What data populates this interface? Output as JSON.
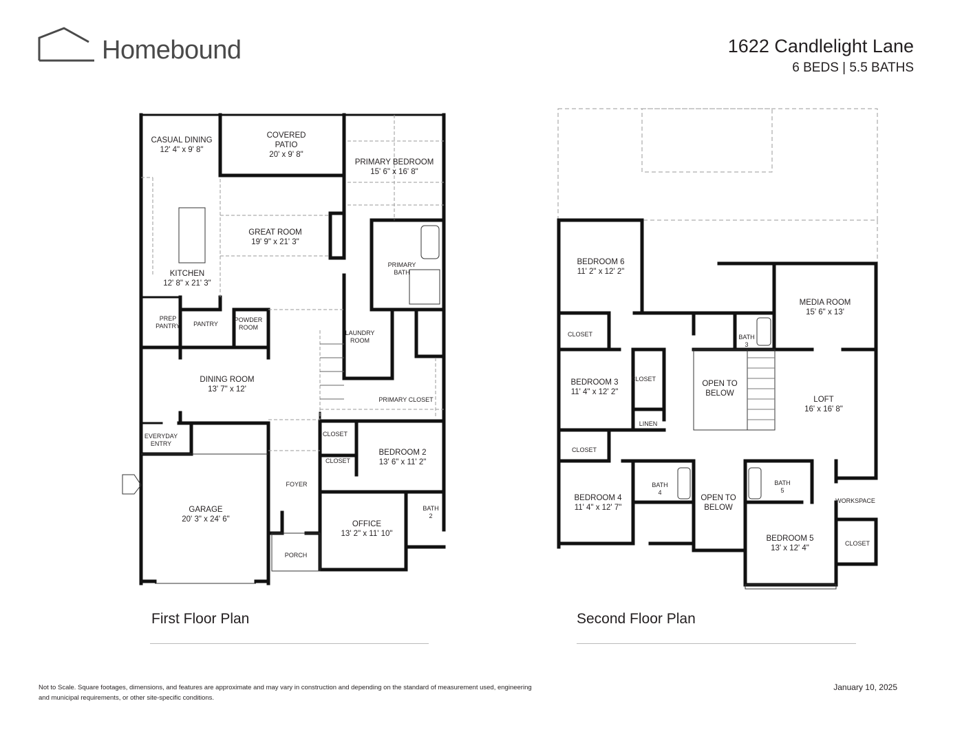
{
  "header": {
    "brand": "Homebound",
    "address": "1622 Candlelight Lane",
    "summary": "6 BEDS | 5.5 BATHS"
  },
  "first_floor": {
    "title": "First Floor Plan",
    "rooms": [
      {
        "name": "CASUAL DINING",
        "dim": "12' 4\" x 9' 8\""
      },
      {
        "name": "COVERED",
        "dim": "PATIO"
      },
      {
        "name": "PRIMARY BEDROOM",
        "dim": "15' 6\" x 16' 8\""
      },
      {
        "name": "GREAT ROOM",
        "dim": "19' 9\" x 21' 3\""
      },
      {
        "name": "KITCHEN",
        "dim": "12' 8\" x 21' 3\""
      },
      {
        "name": "PRIMARY",
        "dim": "BATH"
      },
      {
        "name": "PREP",
        "dim": "PANTRY"
      },
      {
        "name": "PANTRY",
        "dim": ""
      },
      {
        "name": "POWDER",
        "dim": "ROOM"
      },
      {
        "name": "LAUNDRY",
        "dim": "ROOM"
      },
      {
        "name": "DINING ROOM",
        "dim": "13' 7\" x 12'"
      },
      {
        "name": "PRIMARY CLOSET",
        "dim": ""
      },
      {
        "name": "EVERYDAY",
        "dim": "ENTRY"
      },
      {
        "name": "CLOSET",
        "dim": ""
      },
      {
        "name": "CLOSET",
        "dim": ""
      },
      {
        "name": "BEDROOM 2",
        "dim": "13' 6\" x 11' 2\""
      },
      {
        "name": "GARAGE",
        "dim": "20' 3\" x 24' 6\""
      },
      {
        "name": "FOYER",
        "dim": ""
      },
      {
        "name": "OFFICE",
        "dim": "13' 2\" x 11' 10\""
      },
      {
        "name": "BATH",
        "dim": "2"
      },
      {
        "name": "PORCH",
        "dim": ""
      }
    ],
    "patio_dim": "20' x 9' 8\""
  },
  "second_floor": {
    "title": "Second Floor Plan",
    "rooms": [
      {
        "name": "BEDROOM 6",
        "dim": "11' 2\" x 12' 2\""
      },
      {
        "name": "MEDIA ROOM",
        "dim": "15' 6\" x 13'"
      },
      {
        "name": "CLOSET",
        "dim": ""
      },
      {
        "name": "BATH",
        "dim": "3"
      },
      {
        "name": "BEDROOM 3",
        "dim": "11' 4\" x 12' 2\""
      },
      {
        "name": "CLOSET",
        "dim": ""
      },
      {
        "name": "OPEN TO",
        "dim": "BELOW"
      },
      {
        "name": "LOFT",
        "dim": "16' x 16' 8\""
      },
      {
        "name": "LINEN",
        "dim": ""
      },
      {
        "name": "CLOSET",
        "dim": ""
      },
      {
        "name": "BEDROOM 4",
        "dim": "11' 4\" x 12' 7\""
      },
      {
        "name": "BATH",
        "dim": "4"
      },
      {
        "name": "OPEN TO",
        "dim": "BELOW"
      },
      {
        "name": "BATH",
        "dim": "5"
      },
      {
        "name": "WORKSPACE",
        "dim": ""
      },
      {
        "name": "BEDROOM 5",
        "dim": "13' x 12' 4\""
      },
      {
        "name": "CLOSET",
        "dim": ""
      }
    ]
  },
  "footer": {
    "disclaimer": "Not to Scale. Square footages, dimensions, and features are approximate and may vary in construction and depending on the standard of measurement used, engineering and municipal requirements, or other site-specific conditions.",
    "date": "January 10, 2025"
  },
  "colors": {
    "wall": "#111111",
    "text": "#231f20",
    "dashed": "#9a9a9a",
    "brand": "#4a4a4a"
  }
}
